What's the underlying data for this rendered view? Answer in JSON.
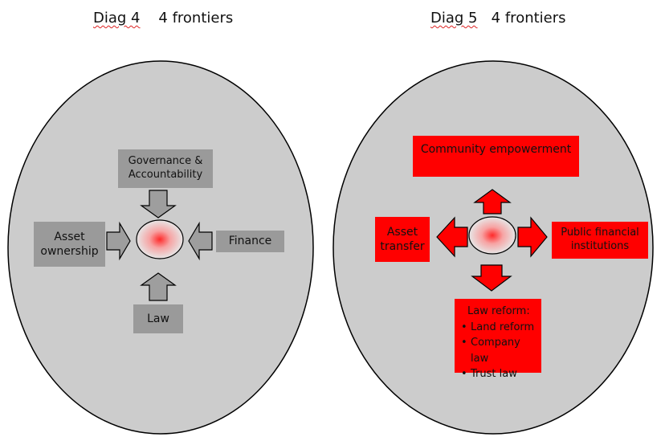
{
  "diagrams": [
    {
      "title_label": "Diag 4",
      "title_text": "4 frontiers",
      "boxes": {
        "top": "Governance & Accountability",
        "left": "Asset ownership",
        "right": "Finance",
        "bottom": "Law"
      }
    },
    {
      "title_label": "Diag 5",
      "title_text": "4 frontiers",
      "boxes": {
        "top": "Community empowerment",
        "left": "Asset transfer",
        "right": "Public financial institutions",
        "bottom_heading": "Law reform:",
        "bottom_items": [
          "Land reform",
          "Company law",
          "Trust law"
        ]
      }
    }
  ],
  "colors": {
    "circle_fill": "#cccccc",
    "grey_box": "#9a9a9a",
    "grey_arrow": "#9e9e9e",
    "red_box": "#ff0000",
    "center_glow": "#ff2a2a"
  }
}
